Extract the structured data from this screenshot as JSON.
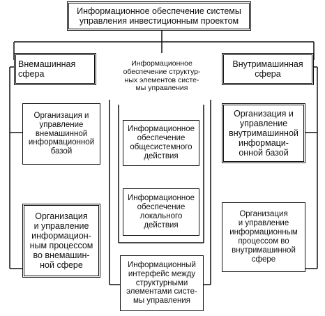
{
  "diagram": {
    "top": "Информационное обеспечение системы\nуправления инвестиционным проектом",
    "left_header": "Внемашинная\nсфера",
    "center_header": "Информационное\nобеспечение структур-\nных элементов систе-\nмы управления",
    "right_header": "Внутримашинная\nсфера",
    "left_box1": "Организация и\nуправление\nвнемашинной\nинформационной\nбазой",
    "left_box2": "Организация\nи управление\nинформацион-\nным процессом\nво внемашин-\nной сфере",
    "center_box1": "Информационное\nобеспечение\nобщесистемного\nдействия",
    "center_box2": "Информационное\nобеспечение\nлокального\nдействия",
    "center_box3": "Информационный\nинтерфейс между\nструктурными\nэлементами систе-\nмы управления",
    "right_box1": "Организация и\nуправление\nвнутримашинной\nинформаци-\nонной базой",
    "right_box2": "Организация\nи управление\nинформационным\nпроцессом во\nвнутримашинной\nсфере"
  }
}
